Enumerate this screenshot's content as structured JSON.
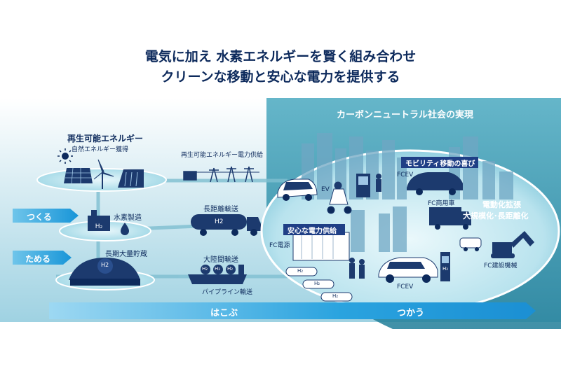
{
  "title": {
    "line1": "電気に加え 水素エネルギーを賢く組み合わせ",
    "line2": "クリーンな移動と安心な電力を提供する"
  },
  "left": {
    "renewable_title": "再生可能エネルギー",
    "renewable_sub": "自然エネルギー獲得",
    "hydrogen_production": "水素製造",
    "long_term_storage": "長期大量貯蔵",
    "h2_symbol": "H₂",
    "h2_tank": "H2",
    "h2_dome": "H2"
  },
  "transport": {
    "renewable_power_supply": "再生可能エネルギー電力供給",
    "long_distance": "長距離輸送",
    "intercontinental": "大陸間輸送",
    "pipeline": "パイプライン輸送",
    "tank_label": "H2",
    "ship_labels": [
      "H₂",
      "H₂",
      "H₂"
    ]
  },
  "stages": {
    "make": "つくる",
    "store": "ためる",
    "carry": "はこぶ",
    "use": "つかう"
  },
  "right": {
    "carbon_neutral": "カーボンニュートラル社会の実現",
    "mobility_joy": "モビリティ移動の喜び",
    "fcev_top": "FCEV",
    "ev": "EV",
    "fc_truck": "FC商用車",
    "electrification": "電動化拡張",
    "scale_range": "大規模化･長距離化",
    "safe_power": "安心な電力供給",
    "fc_power": "FC電源",
    "fcev_bottom": "FCEV",
    "fc_construction": "FC建設機械",
    "cylinder_labels": [
      "H₂",
      "H₂",
      "H₂"
    ],
    "station_label": "H₂"
  },
  "colors": {
    "title": "#0d2a5c",
    "navy_box": "#1f3f86",
    "arrow": "#1fa2e0",
    "teal_bg": "#2e95ad",
    "ellipse": "#a9dde8"
  }
}
